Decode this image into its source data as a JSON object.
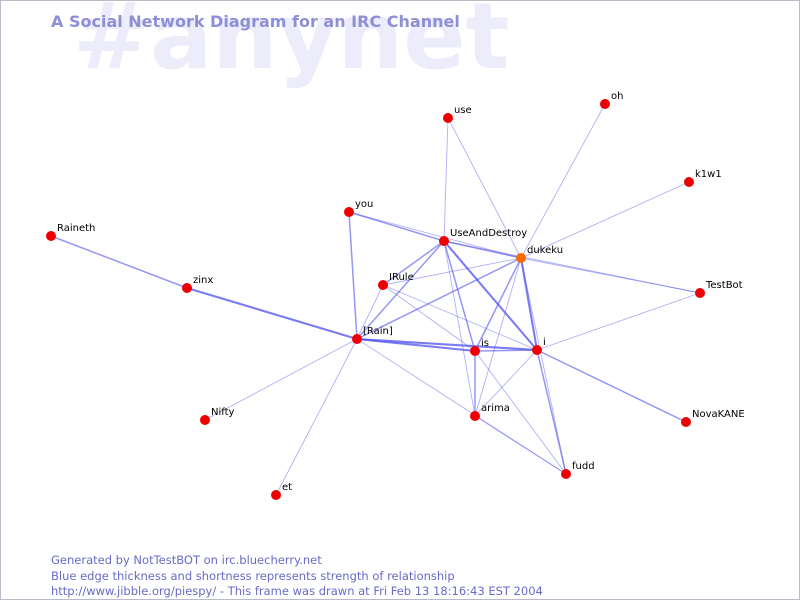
{
  "watermark": "#anynet",
  "title": "A Social Network Diagram for an IRC Channel",
  "footer": {
    "line1": "Generated by NotTestBOT on irc.bluecherry.net",
    "line2": "Blue edge thickness and shortness represents strength of relationship",
    "line3": "http://www.jibble.org/piespy/ - This frame was drawn at Fri Feb 13 18:16:43 EST 2004"
  },
  "colors": {
    "node": "#ee0000",
    "active_node": "#ff6a00",
    "edge": "#5050ee",
    "title": "#8f8fd6",
    "footer": "#6a6ac8",
    "watermark": "#ececfb"
  },
  "nodes": [
    {
      "id": "use",
      "label": "use",
      "active": false
    },
    {
      "id": "oh",
      "label": "oh",
      "active": false
    },
    {
      "id": "k1w1",
      "label": "k1w1",
      "active": false
    },
    {
      "id": "you",
      "label": "you",
      "active": false
    },
    {
      "id": "raineth",
      "label": "Raineth",
      "active": false
    },
    {
      "id": "useanddestroy",
      "label": "UseAndDestroy",
      "active": false
    },
    {
      "id": "dukeku",
      "label": "dukeku",
      "active": true
    },
    {
      "id": "irule",
      "label": "IRule",
      "active": false
    },
    {
      "id": "zinx",
      "label": "zinx",
      "active": false
    },
    {
      "id": "testbot",
      "label": "TestBot",
      "active": false
    },
    {
      "id": "rain",
      "label": "[Rain]",
      "active": false
    },
    {
      "id": "is",
      "label": "is",
      "active": false
    },
    {
      "id": "i",
      "label": "i",
      "active": false
    },
    {
      "id": "nifty",
      "label": "Nifty",
      "active": false
    },
    {
      "id": "arima",
      "label": "arima",
      "active": false
    },
    {
      "id": "novakane",
      "label": "NovaKANE",
      "active": false
    },
    {
      "id": "fudd",
      "label": "fudd",
      "active": false
    },
    {
      "id": "et",
      "label": "et",
      "active": false
    }
  ],
  "edges": [
    {
      "from": "raineth",
      "to": "zinx",
      "strength": 2
    },
    {
      "from": "zinx",
      "to": "rain",
      "strength": 3
    },
    {
      "from": "rain",
      "to": "nifty",
      "strength": 1
    },
    {
      "from": "rain",
      "to": "et",
      "strength": 1
    },
    {
      "from": "rain",
      "to": "you",
      "strength": 2
    },
    {
      "from": "rain",
      "to": "is",
      "strength": 3
    },
    {
      "from": "rain",
      "to": "i",
      "strength": 3
    },
    {
      "from": "rain",
      "to": "useanddestroy",
      "strength": 2
    },
    {
      "from": "rain",
      "to": "dukeku",
      "strength": 2
    },
    {
      "from": "rain",
      "to": "fudd",
      "strength": 1
    },
    {
      "from": "rain",
      "to": "irule",
      "strength": 1
    },
    {
      "from": "you",
      "to": "useanddestroy",
      "strength": 2
    },
    {
      "from": "you",
      "to": "dukeku",
      "strength": 1
    },
    {
      "from": "use",
      "to": "useanddestroy",
      "strength": 1
    },
    {
      "from": "use",
      "to": "dukeku",
      "strength": 1
    },
    {
      "from": "oh",
      "to": "dukeku",
      "strength": 1
    },
    {
      "from": "k1w1",
      "to": "dukeku",
      "strength": 1
    },
    {
      "from": "useanddestroy",
      "to": "dukeku",
      "strength": 2
    },
    {
      "from": "useanddestroy",
      "to": "irule",
      "strength": 2
    },
    {
      "from": "useanddestroy",
      "to": "is",
      "strength": 2
    },
    {
      "from": "useanddestroy",
      "to": "i",
      "strength": 3
    },
    {
      "from": "useanddestroy",
      "to": "arima",
      "strength": 1
    },
    {
      "from": "useanddestroy",
      "to": "testbot",
      "strength": 1
    },
    {
      "from": "dukeku",
      "to": "is",
      "strength": 2
    },
    {
      "from": "dukeku",
      "to": "i",
      "strength": 3
    },
    {
      "from": "dukeku",
      "to": "irule",
      "strength": 1
    },
    {
      "from": "dukeku",
      "to": "arima",
      "strength": 1
    },
    {
      "from": "dukeku",
      "to": "fudd",
      "strength": 1
    },
    {
      "from": "dukeku",
      "to": "testbot",
      "strength": 1
    },
    {
      "from": "irule",
      "to": "is",
      "strength": 1
    },
    {
      "from": "irule",
      "to": "i",
      "strength": 1
    },
    {
      "from": "is",
      "to": "i",
      "strength": 2
    },
    {
      "from": "is",
      "to": "arima",
      "strength": 2
    },
    {
      "from": "is",
      "to": "fudd",
      "strength": 1
    },
    {
      "from": "i",
      "to": "arima",
      "strength": 1
    },
    {
      "from": "i",
      "to": "fudd",
      "strength": 2
    },
    {
      "from": "i",
      "to": "novakane",
      "strength": 2
    },
    {
      "from": "i",
      "to": "testbot",
      "strength": 1
    },
    {
      "from": "arima",
      "to": "fudd",
      "strength": 1
    }
  ]
}
